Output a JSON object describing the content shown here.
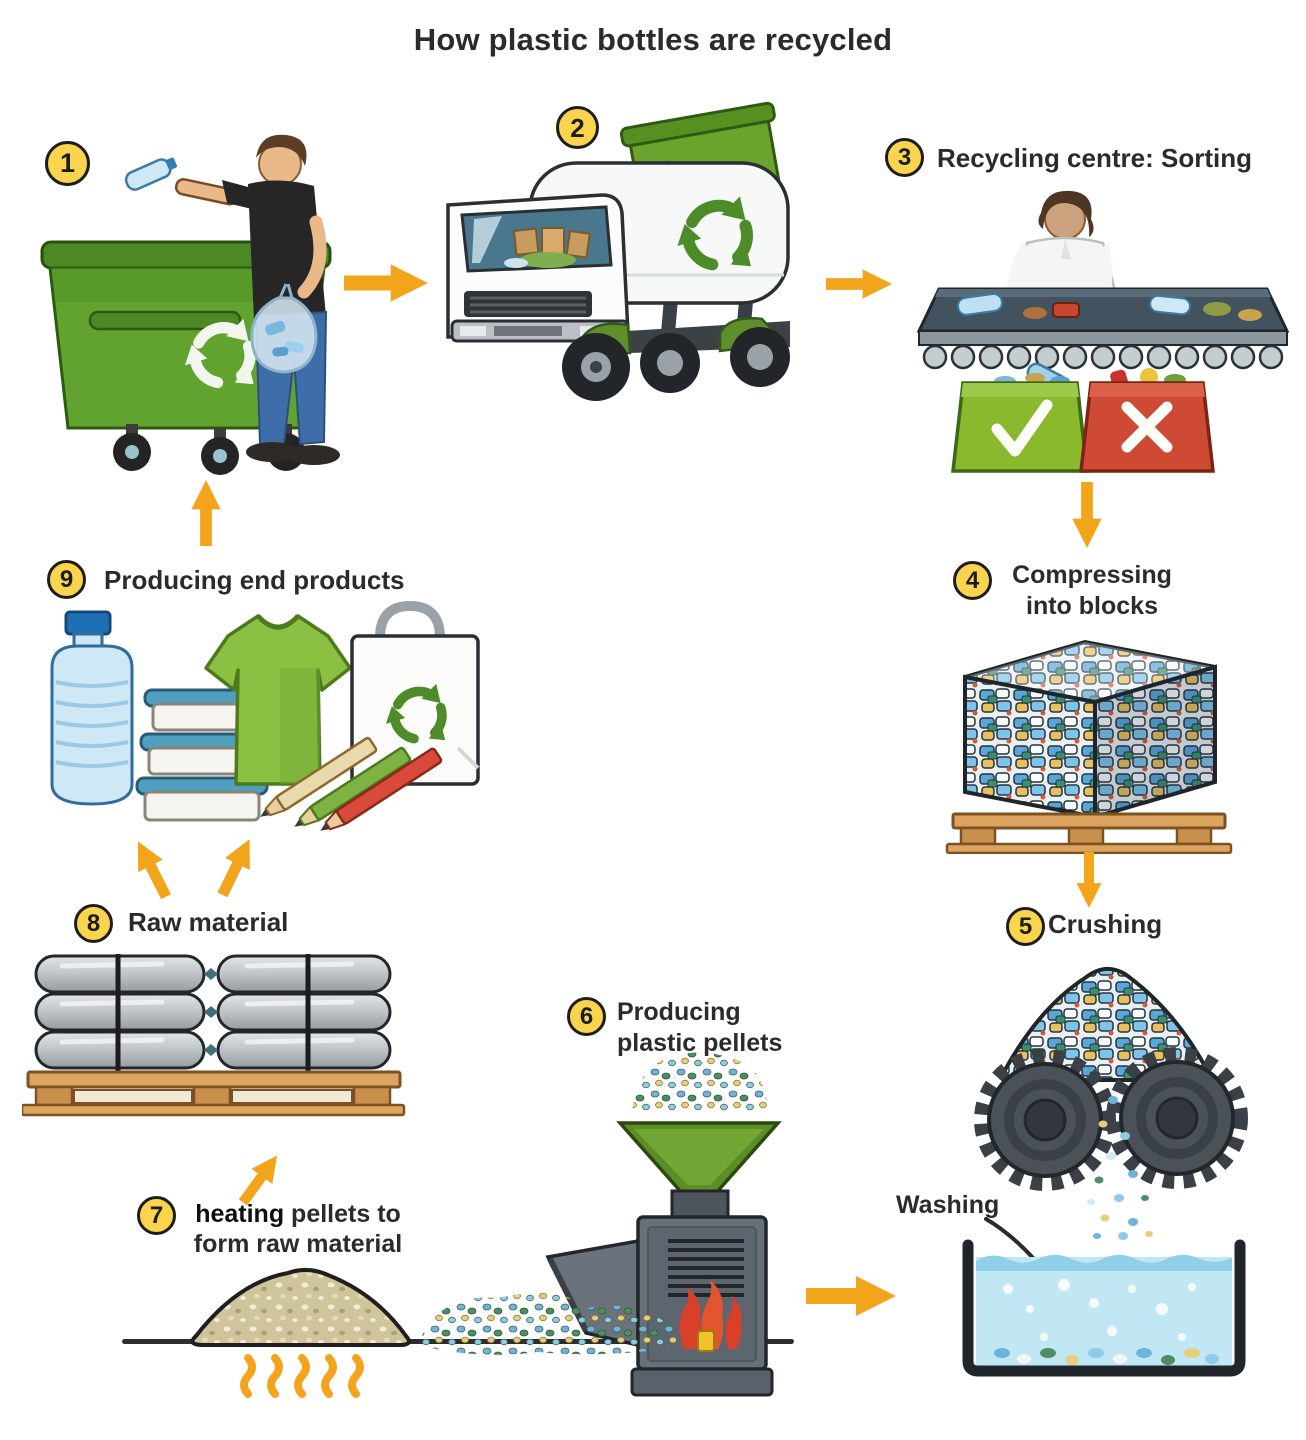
{
  "title": "How plastic bottles are recycled",
  "washing_label": "Washing",
  "steps": [
    {
      "number": "1"
    },
    {
      "number": "2"
    },
    {
      "number": "3",
      "label": "Recycling centre: Sorting"
    },
    {
      "number": "4",
      "line1": "Compressing",
      "line2": "into blocks"
    },
    {
      "number": "5",
      "label": "Crushing"
    },
    {
      "number": "6",
      "line1": "Producing",
      "line2": "plastic pellets"
    },
    {
      "number": "7",
      "bold_word": "heating",
      "line1_rest": " pellets to",
      "line2": "form raw material"
    },
    {
      "number": "8",
      "label": "Raw material"
    },
    {
      "number": "9",
      "label": "Producing end products"
    }
  ],
  "icons": {
    "recycling_symbol": "three-green-arrows-cycle",
    "check": "white check mark in green accept bin",
    "cross": "white X mark in red reject bin",
    "fire": "flames inside pellet machine",
    "heat_waves": "orange heat squiggles under pellet pile"
  },
  "colors": {
    "ink": "#2b2b2b",
    "arrow": "#f2a41b",
    "badge-bg": "#f9d44c",
    "bin-green": "#61a32e",
    "accept-green": "#8ab92e",
    "reject-red": "#cf4a34",
    "machine-gray": "#667077",
    "water-blue": "#c2e7f4",
    "wood-tan": "#dca45f",
    "steel-gray": "#b9bfc3"
  }
}
